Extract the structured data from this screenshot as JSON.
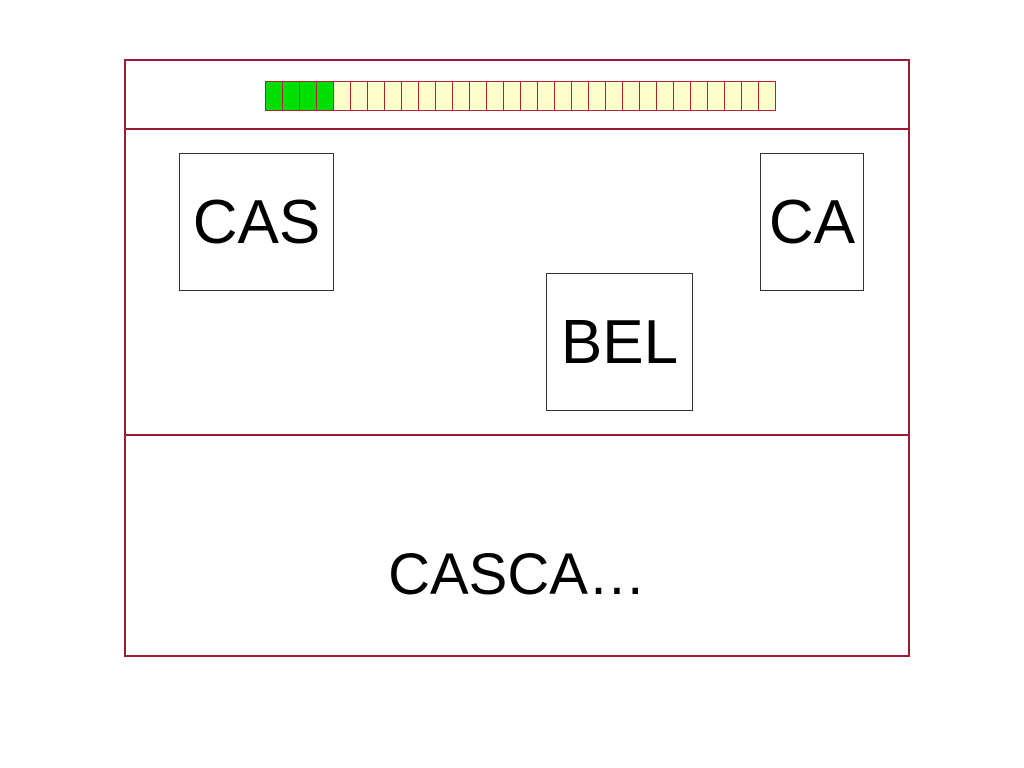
{
  "progress": {
    "filled": 4,
    "total": 30,
    "filled_color": "#00e000",
    "empty_color": "#ffffcc"
  },
  "tiles": [
    {
      "label": "CAS"
    },
    {
      "label": "CA"
    },
    {
      "label": "BEL"
    }
  ],
  "answer": {
    "text": "CASCA…"
  },
  "colors": {
    "frame": "#9c1a33"
  }
}
